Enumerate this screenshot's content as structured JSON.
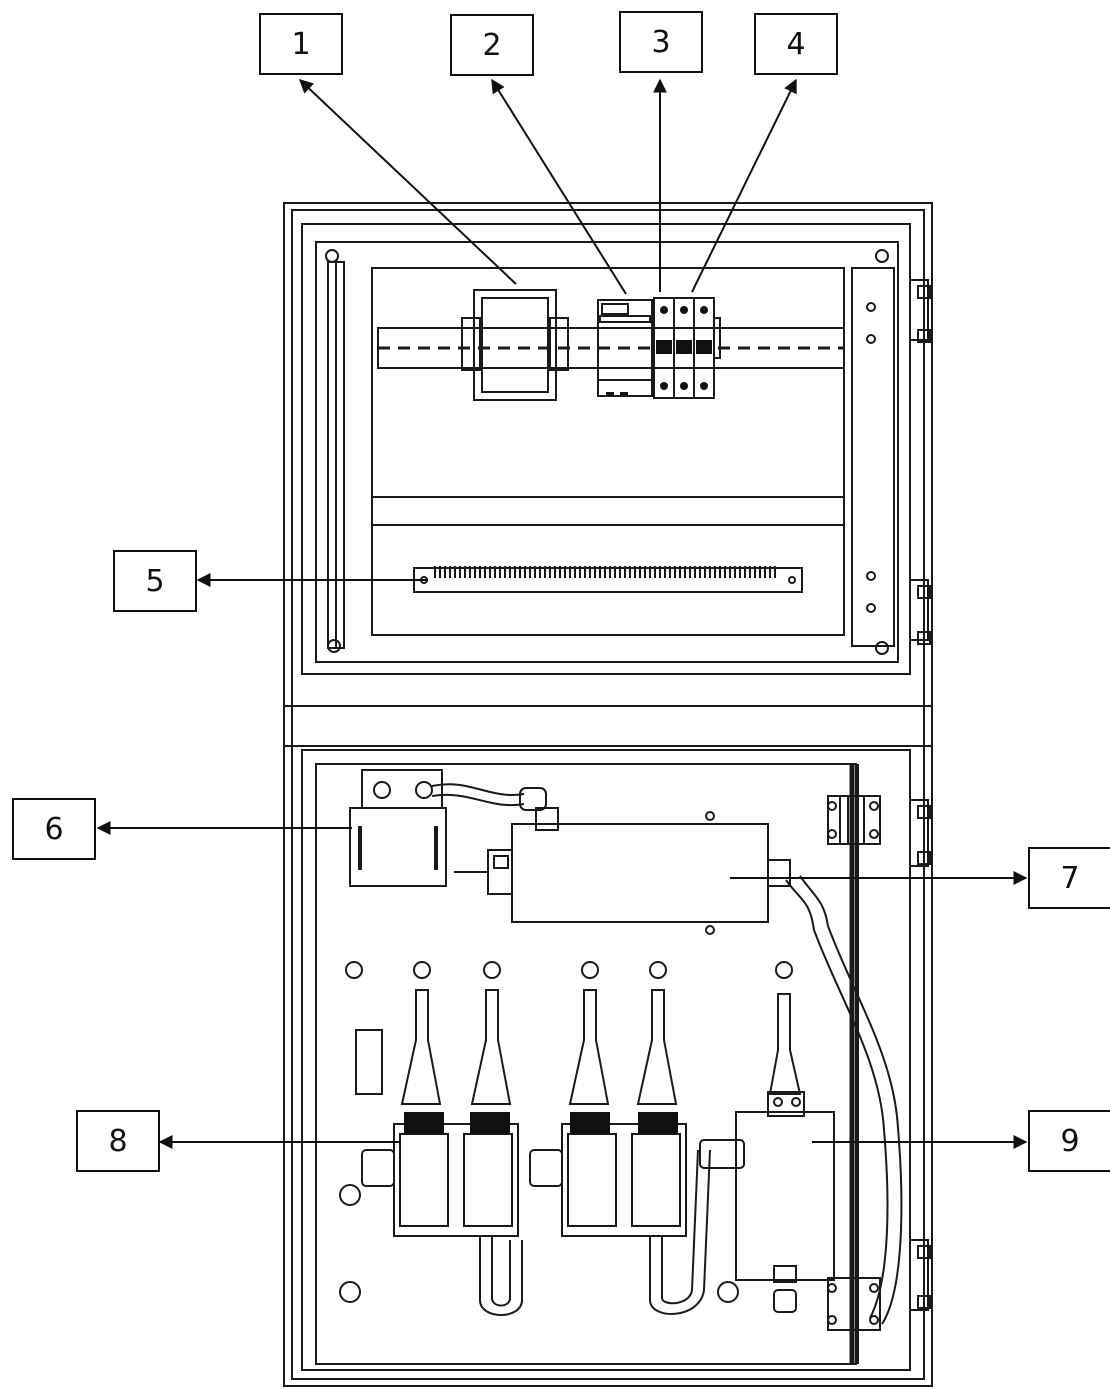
{
  "callouts": [
    {
      "label": "1"
    },
    {
      "label": "2"
    },
    {
      "label": "3"
    },
    {
      "label": "4"
    },
    {
      "label": "5"
    },
    {
      "label": "6"
    },
    {
      "label": "7"
    },
    {
      "label": "8"
    },
    {
      "label": "9"
    }
  ],
  "colors": {
    "line": "#1a1a1a",
    "background": "#ffffff",
    "fill_dark": "#111111",
    "fill_light": "#f2f2f2"
  }
}
